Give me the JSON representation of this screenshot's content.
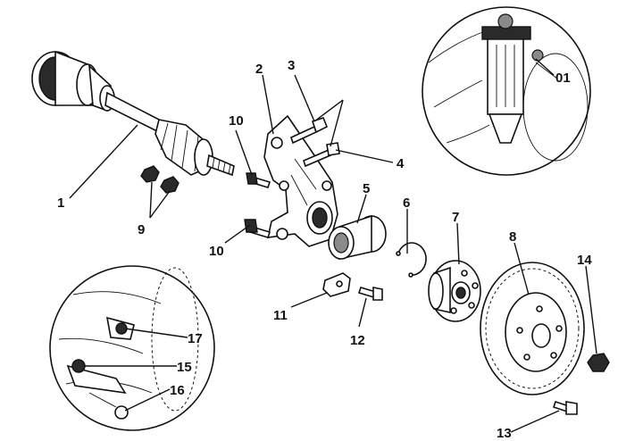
{
  "callouts": {
    "c1": "1",
    "c2": "2",
    "c3": "3",
    "c4": "4",
    "c5": "5",
    "c6": "6",
    "c7": "7",
    "c8": "8",
    "c9": "9",
    "c10a": "10",
    "c10b": "10",
    "c11": "11",
    "c12": "12",
    "c13": "13",
    "c14": "14",
    "c15": "15",
    "c16": "16",
    "c17": "17",
    "c01": "01"
  }
}
